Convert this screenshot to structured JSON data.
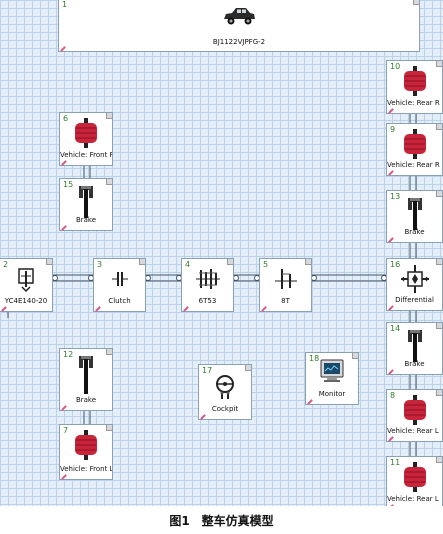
{
  "figure": {
    "caption_number": "图1",
    "caption_text": "整车仿真模型"
  },
  "blocks": {
    "b1": {
      "num": "1",
      "label": "BJ1122VJPFG-2"
    },
    "b10": {
      "num": "10",
      "label": "Vehicle: Rear R"
    },
    "b9": {
      "num": "9",
      "label": "Vehicle: Rear R"
    },
    "b6": {
      "num": "6",
      "label": "Vehicle: Front R"
    },
    "b15": {
      "num": "15",
      "label": "Brake"
    },
    "b13": {
      "num": "13",
      "label": "Brake"
    },
    "b2": {
      "num": "2",
      "label": "YC4E140-20"
    },
    "b3": {
      "num": "3",
      "label": "Clutch"
    },
    "b4": {
      "num": "4",
      "label": "6T53"
    },
    "b5": {
      "num": "5",
      "label": "8T"
    },
    "b16": {
      "num": "16",
      "label": "Differential"
    },
    "b14": {
      "num": "14",
      "label": "Brake"
    },
    "b12": {
      "num": "12",
      "label": "Brake"
    },
    "b17": {
      "num": "17",
      "label": "Cockpit"
    },
    "b18": {
      "num": "18",
      "label": "Monitor"
    },
    "b8": {
      "num": "8",
      "label": "Vehicle: Rear L"
    },
    "b7": {
      "num": "7",
      "label": "Vehicle: Front L"
    },
    "b11": {
      "num": "11",
      "label": "Vehicle: Rear L"
    }
  },
  "icons": {
    "vehicle": "car-icon",
    "wheel": "wheel-icon",
    "brake": "brake-icon",
    "engine": "engine-icon",
    "clutch": "clutch-icon",
    "gearbox": "gearbox-icon",
    "final_drive": "final-drive-icon",
    "differential": "differential-icon",
    "cockpit": "cockpit-icon",
    "monitor": "monitor-icon"
  },
  "colors": {
    "grid_bg": "#e4eef8",
    "grid_line": "#bcd2ea",
    "block_number": "#2f7d2f",
    "wheel": "#c8253c"
  }
}
